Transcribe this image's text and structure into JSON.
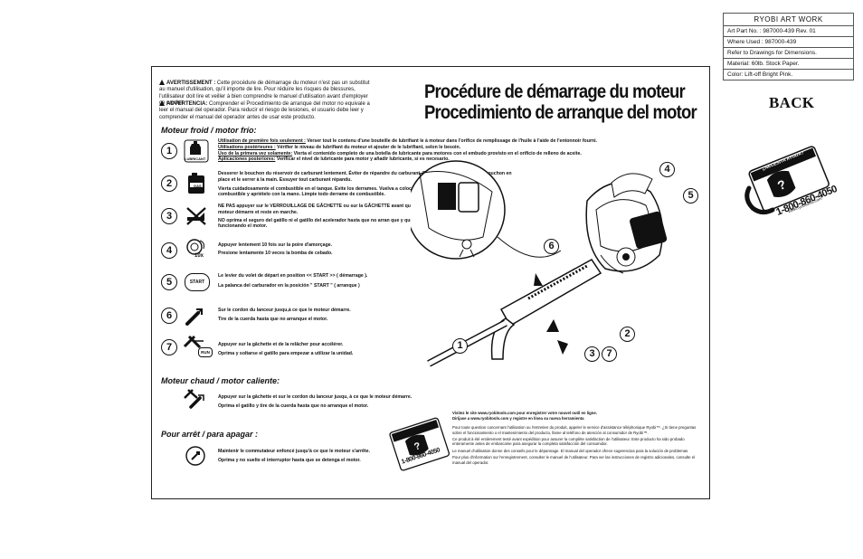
{
  "artwork": {
    "title": "RYOBI ART WORK",
    "part_no": "Art  Part  No. :  987000-439     Rev. 01",
    "where_used": "Where  Used :  987000-439",
    "refer": "Refer to Drawings for Dimensions.",
    "material": "Material: 60lb. Stock Paper.",
    "color": "Color: Lift-off Bright Pink."
  },
  "back_label": "BACK",
  "warning": {
    "fr_label": "AVERTISSEMENT :",
    "fr_text": "Cette procédure de démarrage du moteur n'est pas un substitut au manuel d'utilisation, qu'il importe de lire. Pour réduire les risques de blessures, l'utilisateur doit lire et veiller à bien comprendre le manuel d'utilisation avant d'employer ce produit.",
    "es_label": "ADVERTENCIA:",
    "es_text": "Comprender el Procedimiento de arranque del motor no equivale a leer el manual del operador. Para reducir el riesgo de lesiones, el usuario debe leer y comprender el manual del operador antes de usar este producto."
  },
  "title": {
    "line1": "Procédure de démarrage du moteur",
    "line2": "Procedimiento de arranque del motor"
  },
  "sections": {
    "cold": "Moteur froid / motor frío:",
    "hot": "Moteur chaud / motor caliente:",
    "stop": "Pour arrêt / para apagar :"
  },
  "steps": [
    {
      "n": "1",
      "icon": "lubricant-bottle-icon",
      "icon_label": "LUBRICANT",
      "l1a": "Utilisation de première fois seulement :",
      "l1b": "Verser tout le contenu d'une bouteille de lubrifiant le à moteur dans l'orifice de remplissage de l'huile à l'aide de l'entonnoir fourni.",
      "l2a": "Utilisations postérieures :",
      "l2b": "Vérifier le niveau de lubrifiant du moteur et ajouter de le lubrifiant, selon le besoin.",
      "l3a": "Uso de la primera vez solamente:",
      "l3b": "Vierta el contenido completo de una botella de lubricante para motores con el embudo provisto en el orificio de relleno de aceite.",
      "l4a": "Aplicaciones posteriores:",
      "l4b": "Verificar el nivel de lubricante para motor y añadir lubricante, si es necesario."
    },
    {
      "n": "2",
      "icon": "gas-can-icon",
      "icon_label": "GAS",
      "t1": "Desserer le bouchon du réservoir de carburant lentement.  Éviter de répandre du carburant. Remettre immédiatement le bouchon en place et le serrer à la main. Essuyer tout carburant répandu.",
      "t2": "Vierta cuidadosamente el combustible en el tanque. Evite los derrames. Vuelva a colocar inmediatamente la tapa del tanque de combustible y apriételo con la mano. Limpie todo derrame de combustible."
    },
    {
      "n": "3",
      "icon": "no-trigger-lock-icon",
      "t1": "NE PAS appuyer sur le VERROUILLAGE DE GÂCHETTE ou sur la GÂCHETTE avant que le moteur démarre et reste en marche.",
      "t2": "NO oprima el seguro del gatillo ni el gatillo del acelerador hasta que no arran que y quede funcionando el motor."
    },
    {
      "n": "4",
      "icon": "primer-bulb-icon",
      "icon_label": "10x",
      "t1": "Appuyer lentement 10 fois sur la poire d'amorçage.",
      "t2": "Presione lentamente 10 veces la bomba de cebado."
    },
    {
      "n": "5",
      "icon": "start-choke-icon",
      "icon_label": "START",
      "t1": "Le levier du volet de départ en position << START >> ( démarrage ).",
      "t2": "La palanca del carburador en la posición \" START \" ( arranque )"
    },
    {
      "n": "6",
      "icon": "pull-cord-icon",
      "t1": "Sur le cordon du lanceur jusqu,à ce que le moteur démarre.",
      "t2": "Tire de la cuerda hasta que no arranque el motor."
    },
    {
      "n": "7",
      "icon": "trigger-run-icon",
      "icon_label": "RUN",
      "t1": "Appuyer sur la gâchette et de la relâcher pour accélérer.",
      "t2": "Oprima y soltarse el gatillo para empezar a utilizar la unidad."
    }
  ],
  "hot_step": {
    "icon": "trigger-pull-icon",
    "t1": "Appuyer sur la gâchette et sur le cordon du lanceur jusqu, à ce que le moteur démarre.",
    "t2": "Oprima el gatillo y tire de la cuerda hasta que no arranque el motor."
  },
  "stop_step": {
    "icon": "switch-off-icon",
    "t1": "Maintenir le commutateur enfoncé jusqu'à ce que le moteur s'arrête.",
    "t2": "Oprima y no suelte el interruptor hasta que se detenga el motor."
  },
  "callouts": [
    "1",
    "2",
    "3",
    "4",
    "5",
    "6",
    "7"
  ],
  "helpline": {
    "sign_top": "BESOIN D'AIDE?",
    "sign_top2": "¿NECESITA AYUDA?",
    "phone": "1-800-860-4050",
    "url": "www.ryobitools.com"
  },
  "info": {
    "p1": "Visitez le site www.ryobitools.com pour enregistrer votre nouvel outil en ligne.",
    "p2": "Diríjase a www.ryobitools.com y registre en línea su nueva herramienta",
    "p3": "Pour toute question concernant l'utilisation ou l'entretien du produit, appeler le service d'assistance téléphonique Ryobi™. ¿Si tiene preguntas sobre el funcionamiento o el mantenimiento del producto, llame al teléfono de atención al consumidor de Ryobi™.",
    "p4": "Ce produit à été entièrement testé avant expédition pour assurer la complète satisfaction de l'utilisateur. Este producto ha sido probado enteramente antes de embarcarse para asegurar la  completa satisfacción del consumidor.",
    "p5": "Le manuel d'utilisation donne des conseils pour le dépannage. El manual del operador ofrece sugerencias para la solución de problemas",
    "p6": "Pour plus d'information sur l'enregistrement, consulter le manuel de l'utilisateur. Para ver las instrucciones de registro adicionales, consulte el manual del operador."
  }
}
